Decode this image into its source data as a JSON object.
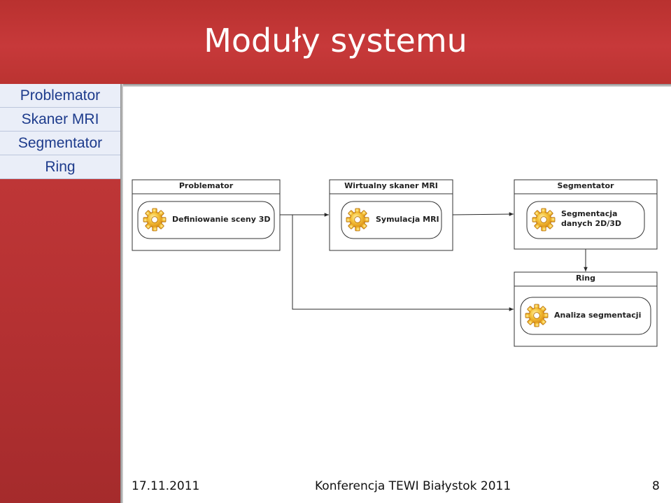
{
  "slide": {
    "title": "Moduły systemu"
  },
  "sidebar": {
    "items": [
      {
        "label": "Problemator"
      },
      {
        "label": "Skaner MRI"
      },
      {
        "label": "Segmentator"
      },
      {
        "label": "Ring"
      }
    ]
  },
  "diagram": {
    "modules": [
      {
        "header": "Problemator",
        "task": [
          "Definiowanie sceny 3D"
        ]
      },
      {
        "header": "Wirtualny skaner MRI",
        "task": [
          "Symulacja MRI"
        ]
      },
      {
        "header": "Segmentator",
        "task": [
          "Segmentacja",
          "danych 2D/3D"
        ]
      },
      {
        "header": "Ring",
        "task": [
          "Analiza segmentacji"
        ]
      }
    ],
    "icon": "gear-icon"
  },
  "footer": {
    "date": "17.11.2011",
    "conference": "Konferencja TEWI Białystok 2011",
    "page": "8"
  },
  "colors": {
    "header_red": "#c7393a",
    "nav_text": "#1d3b8c",
    "nav_bg": "#eaeef8"
  }
}
